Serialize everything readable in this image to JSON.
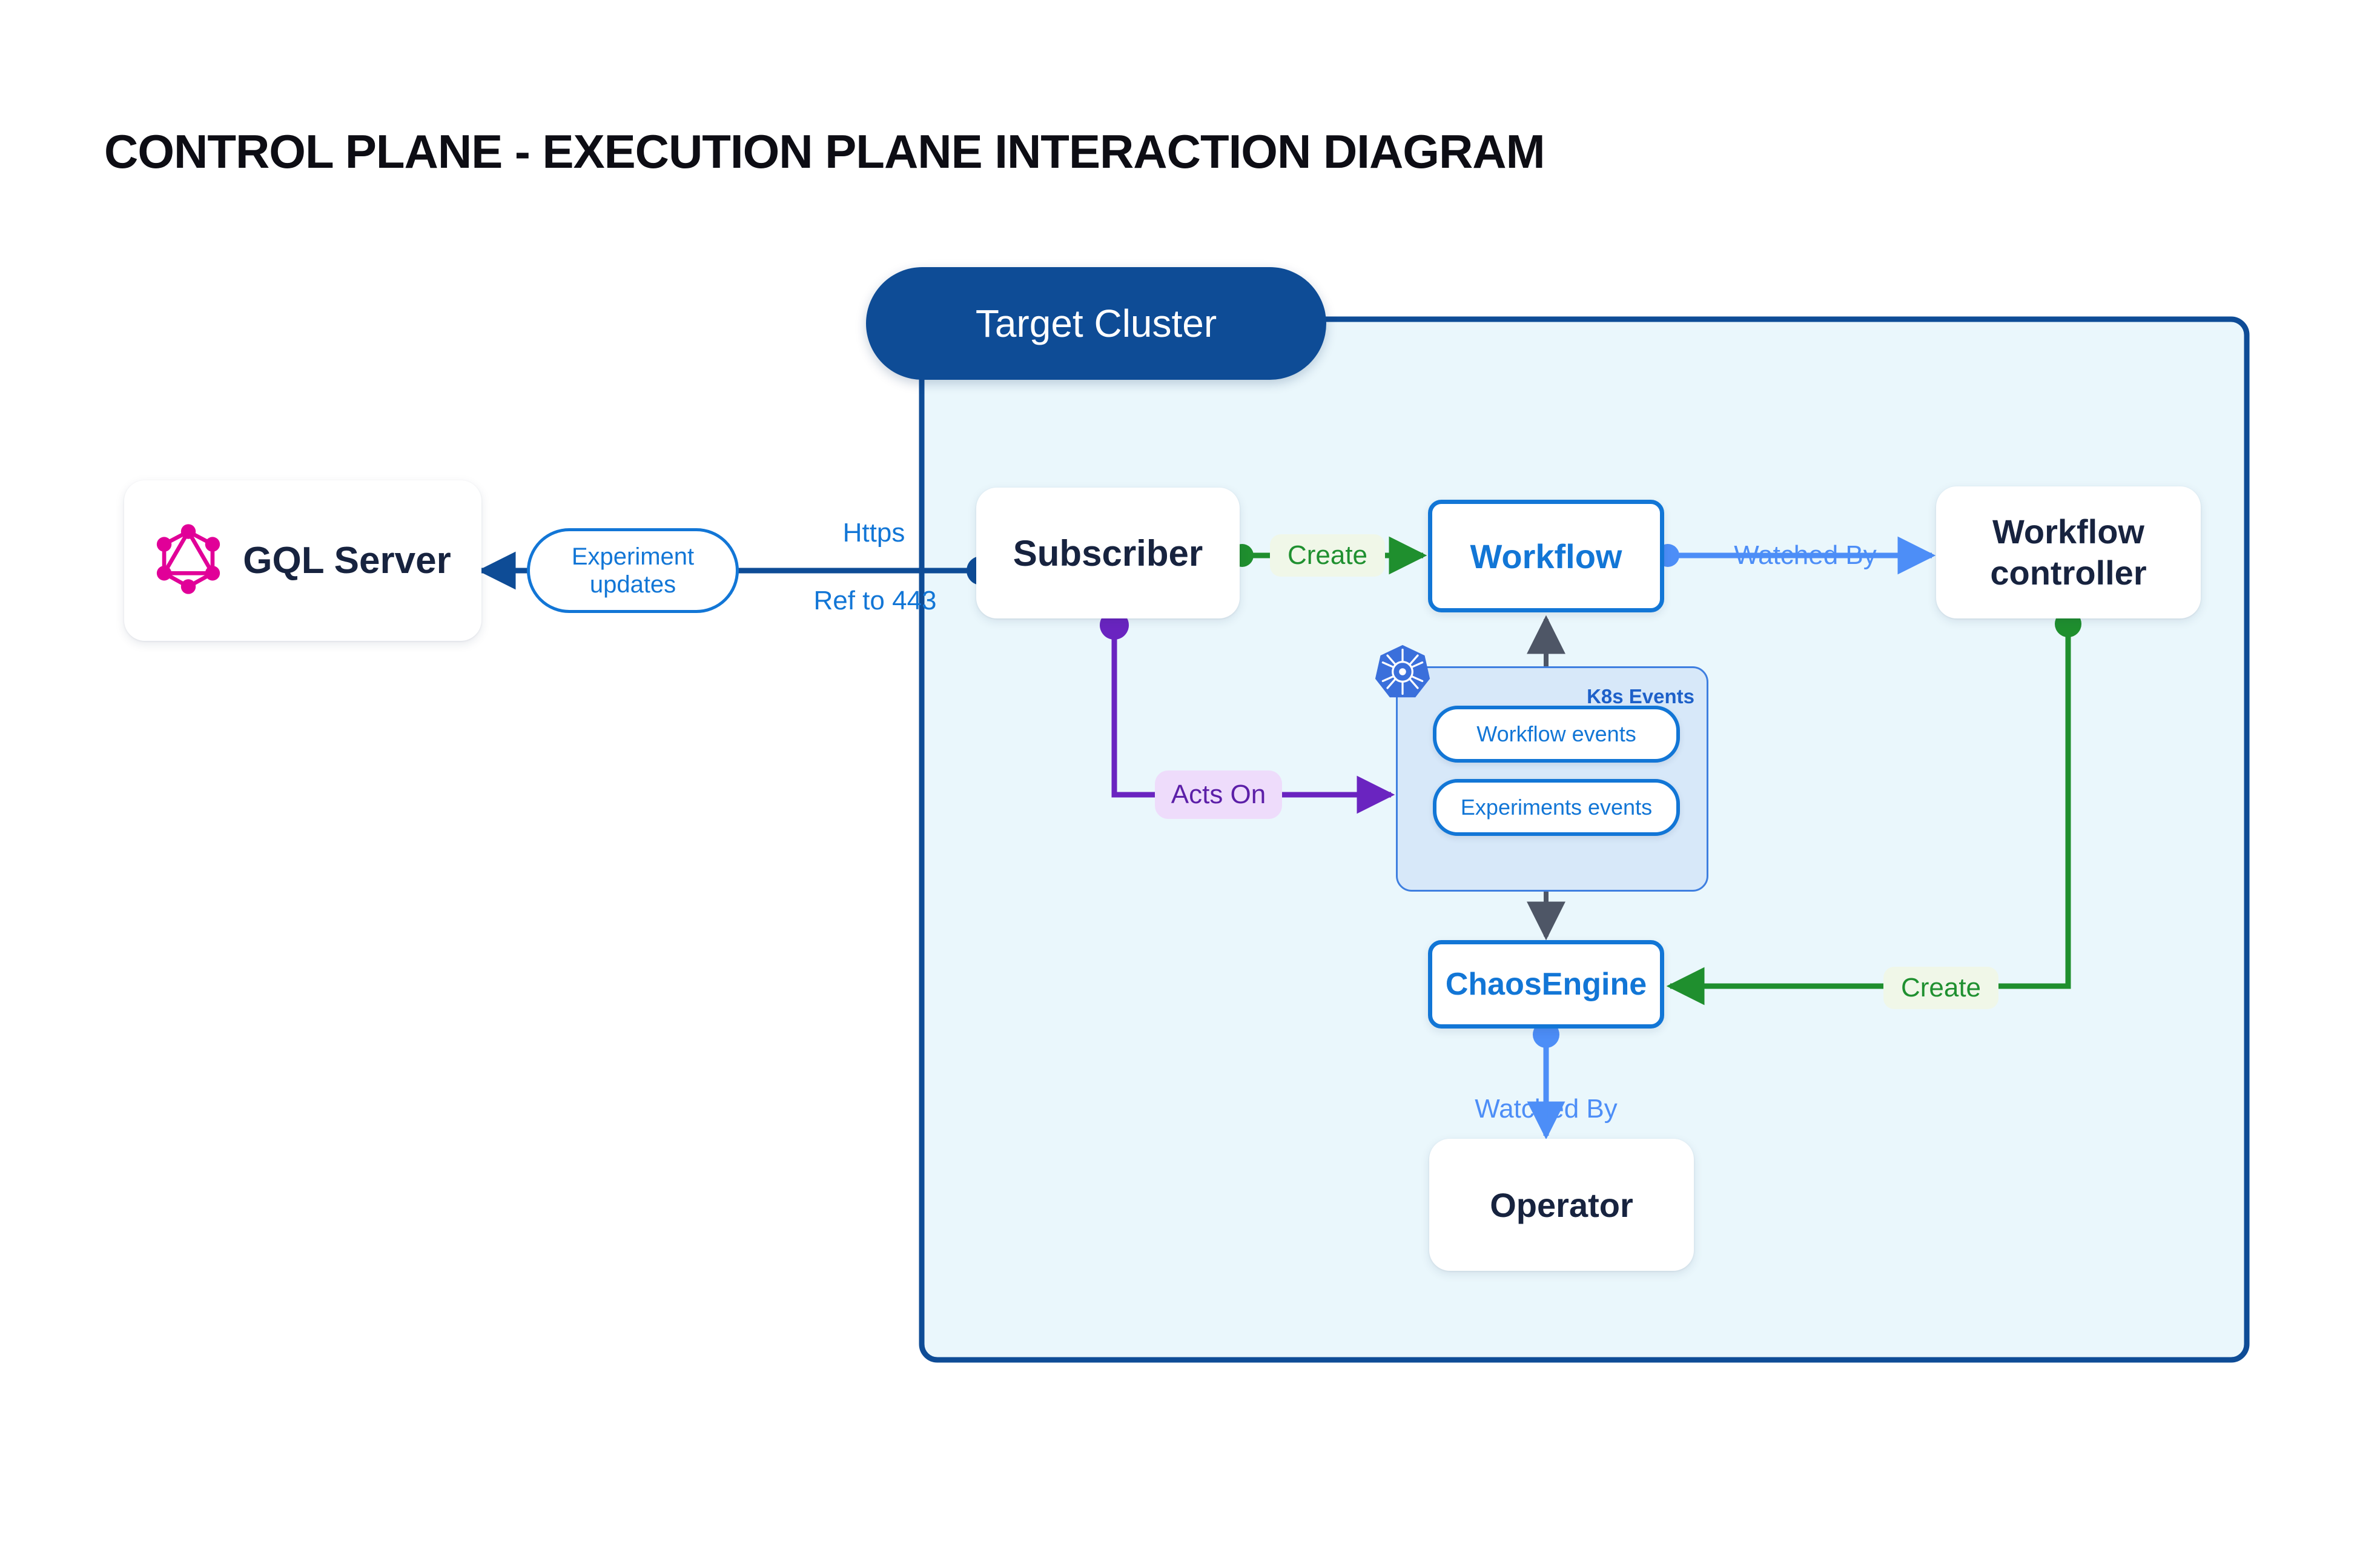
{
  "page": {
    "title": "CONTROL PLANE - EXECUTION PLANE INTERACTION DIAGRAM",
    "background": "#ffffff"
  },
  "colors": {
    "brand_dark_blue": "#0e4c96",
    "node_blue": "#1276d6",
    "light_blue": "#4d8ef7",
    "green": "#1f9030",
    "purple": "#5c1fa8",
    "dark_text": "#17233f",
    "cluster_fill": "#eaf7fc",
    "k8s_group_fill": "#d7e8f9",
    "graphql_pink": "#e10098"
  },
  "cluster": {
    "name": "Target Cluster",
    "fill": "#eaf7fc",
    "border": "#0e4c96"
  },
  "nodes": [
    {
      "id": "gql",
      "label": "GQL Server",
      "icon": "graphql-icon",
      "style": "plain",
      "text_color": "#17233f"
    },
    {
      "id": "subscriber",
      "label": "Subscriber",
      "style": "plain",
      "text_color": "#17233f"
    },
    {
      "id": "workflow",
      "label": "Workflow",
      "style": "outlined",
      "text_color": "#1276d6"
    },
    {
      "id": "wfcontroller",
      "label": "Workflow controller",
      "style": "plain",
      "text_color": "#17233f"
    },
    {
      "id": "chaosengine",
      "label": "ChaosEngine",
      "style": "outlined",
      "text_color": "#1276d6"
    },
    {
      "id": "operator",
      "label": "Operator",
      "style": "plain",
      "text_color": "#17233f"
    }
  ],
  "k8s_group": {
    "title": "K8s Events",
    "icon": "kubernetes-icon",
    "pills": [
      {
        "label": "Workflow events"
      },
      {
        "label": "Experiments events"
      }
    ]
  },
  "edges": [
    {
      "id": "experiment-updates",
      "label": "Experiment\nupdates",
      "line1": "Experiment",
      "line2": "updates",
      "color": "#1276d6",
      "from": "subscriber",
      "to": "gql"
    },
    {
      "id": "https",
      "label": "Https",
      "color": "#1276d6",
      "from": "cluster-boundary",
      "to": "gql"
    },
    {
      "id": "ref-443",
      "label": "Ref to 443",
      "color": "#1276d6",
      "from": "cluster-boundary",
      "to": "gql"
    },
    {
      "id": "create-workflow",
      "label": "Create",
      "color": "#1f9030",
      "from": "subscriber",
      "to": "workflow"
    },
    {
      "id": "watched-by-workflow",
      "label": "Watched By",
      "color": "#4d8ef7",
      "from": "workflow",
      "to": "wfcontroller"
    },
    {
      "id": "acts-on",
      "label": "Acts On",
      "color": "#5c1fa8",
      "from": "subscriber",
      "to": "k8s-events"
    },
    {
      "id": "create-chaosengine",
      "label": "Create",
      "color": "#1f9030",
      "from": "wfcontroller",
      "to": "chaosengine"
    },
    {
      "id": "watched-by-operator",
      "label": "Watched By",
      "color": "#4d8ef7",
      "from": "chaosengine",
      "to": "operator"
    },
    {
      "id": "workflow-to-events",
      "label": "",
      "color": "#4e5666",
      "from": "workflow",
      "to": "workflow-events"
    },
    {
      "id": "events-to-chaosengine",
      "label": "",
      "color": "#4e5666",
      "from": "experiments-events",
      "to": "chaosengine"
    }
  ]
}
